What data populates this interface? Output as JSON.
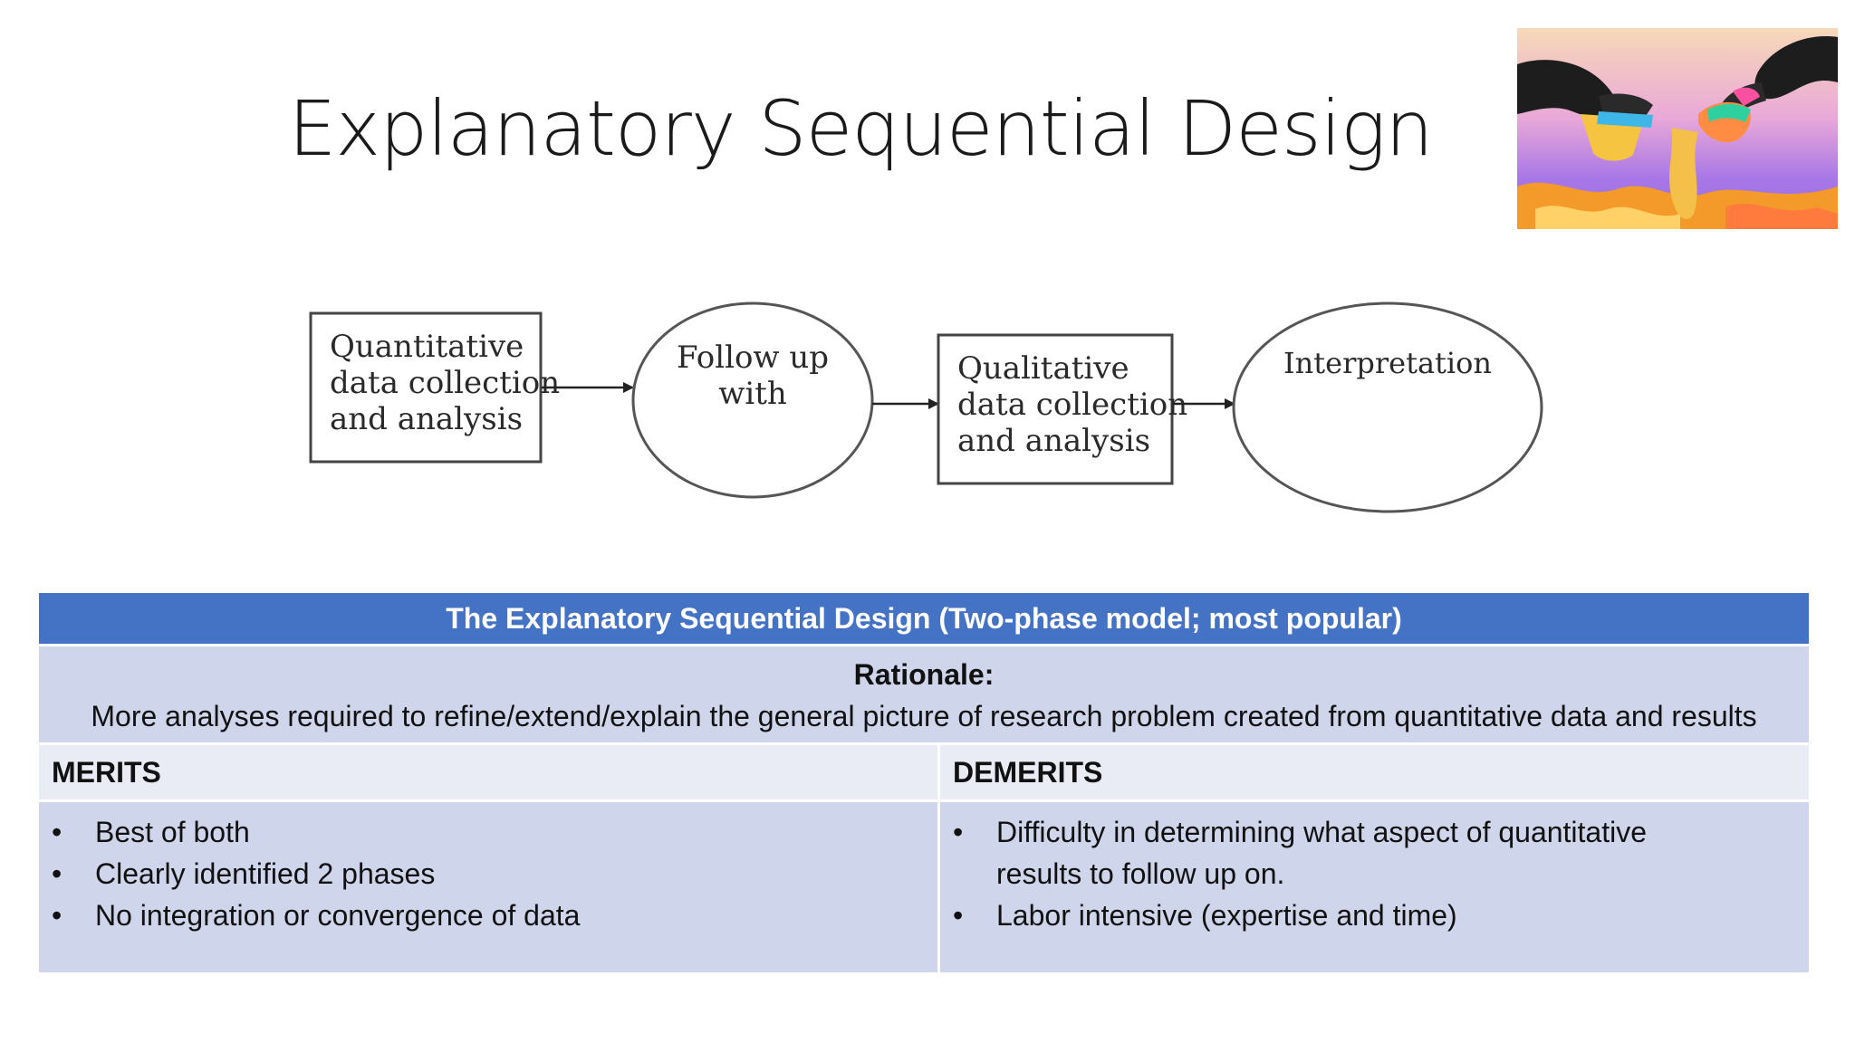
{
  "slide": {
    "title": "Explanatory Sequential Design"
  },
  "diagram": {
    "nodes": [
      {
        "shape": "box",
        "lines": [
          "Quantitative",
          "data collection",
          "and analysis"
        ]
      },
      {
        "shape": "ellipse",
        "lines": [
          "Follow up",
          "with"
        ]
      },
      {
        "shape": "box",
        "lines": [
          "Qualitative",
          "data collection",
          "and analysis"
        ]
      },
      {
        "shape": "ellipse",
        "lines": [
          "Interpretation"
        ]
      }
    ]
  },
  "table": {
    "header": "The Explanatory Sequential Design (Two-phase model; most popular)",
    "rationale_title": "Rationale:",
    "rationale_text": "More analyses required to refine/extend/explain the general picture of research problem created from quantitative data and results",
    "merits": {
      "title": "MERITS",
      "items": [
        "Best of both",
        "Clearly identified 2 phases",
        "No integration or convergence of data"
      ]
    },
    "demerits": {
      "title": "DEMERITS",
      "items": [
        "Difficulty in determining what aspect of quantitative results to follow up on.",
        "Labor intensive (expertise and time)"
      ]
    },
    "bullet_char": "•"
  },
  "colors": {
    "header_bg": "#4472c4",
    "row_dark": "#cfd5ea",
    "row_light": "#e9ebf5"
  }
}
